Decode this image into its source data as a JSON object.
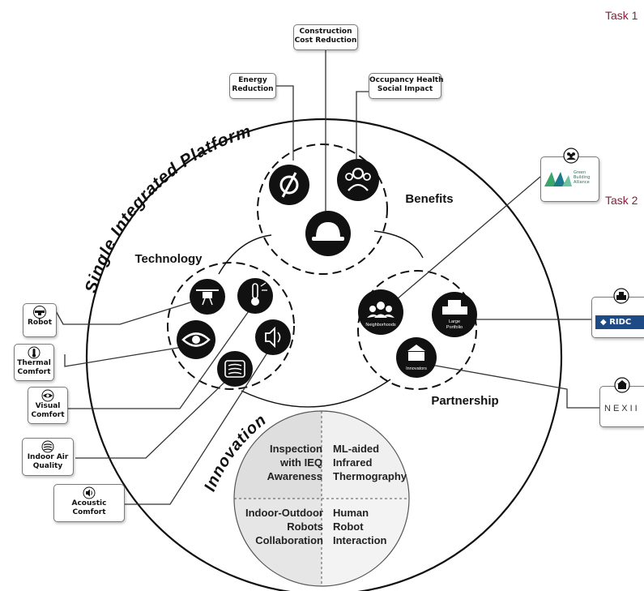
{
  "platform_label": "Single Integrated Platform",
  "sections": {
    "technology": "Technology",
    "benefits": "Benefits",
    "partnership": "Partnership",
    "innovation": "Innovation"
  },
  "benefit_boxes": {
    "construction": "Construction\nCost Reduction",
    "energy": "Energy\nReduction",
    "occupancy": "Occupancy Health\nSocial Impact"
  },
  "tech_boxes": {
    "robot": "Robot",
    "thermal": "Thermal\nComfort",
    "visual": "Visual\nComfort",
    "air": "Indoor Air\nQuality",
    "acoustic": "Acoustic\nComfort"
  },
  "partner_nodes": {
    "neighborhoods": "Neighborhoods",
    "large_portfolio": "Large\nPortfolio",
    "innovators": "Innovators"
  },
  "partner_logos": {
    "gba": "Green\nBuilding\nAlliance",
    "ridc": "RIDC",
    "nexii": "NEXII"
  },
  "innovation_quadrants": {
    "q1": "Inspection\nwith IEQ\nAwareness",
    "q2": "ML-aided\nInfrared\nThermography",
    "q3": "Indoor-Outdoor\nRobots\nCollaboration",
    "q4": "Human\nRobot\nInteraction"
  },
  "tasks": {
    "task1": "Task 1",
    "task2": "Task 2"
  },
  "colors": {
    "icon_fill": "#111111",
    "quadrant_left": "#dedede",
    "quadrant_right": "#f0f0f0",
    "task_text": "#8b1d3b",
    "ridc_blue": "#1e4a86",
    "gba_green": "#3aa66b",
    "gba_teal": "#1b7a8c"
  }
}
